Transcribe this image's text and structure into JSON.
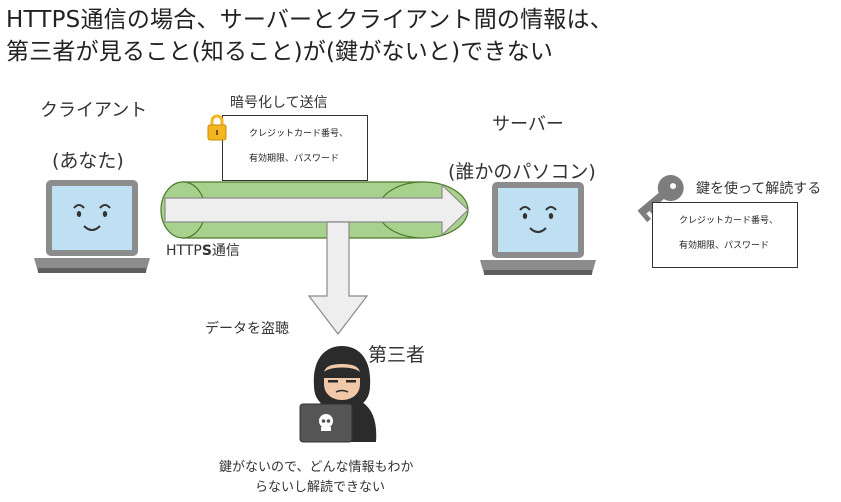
{
  "title": {
    "line1": "HTTPS通信の場合、サーバーとクライアント間の情報は、",
    "line2": "第三者が見ること(知ること)が(鍵がないと)できない"
  },
  "client": {
    "label": "クライアント",
    "sub": "(あなた)"
  },
  "server": {
    "label": "サーバー",
    "sub": "(誰かのパソコン)"
  },
  "encrypt": {
    "label": "暗号化して送信",
    "line1": "クレジットカード番号、",
    "line2": "有効期限、パスワード"
  },
  "https": {
    "prefix": "HTTP",
    "bold": "S",
    "suffix": "通信"
  },
  "decrypt": {
    "label": "鍵を使って解読する",
    "line1": "クレジットカード番号、",
    "line2": "有効期限、パスワード"
  },
  "intercept": {
    "label": "データを盗聴"
  },
  "third_party": {
    "label": "第三者"
  },
  "conclusion": {
    "line1": "鍵がないので、どんな情報もわか",
    "line2": "らないし解読できない"
  },
  "colors": {
    "tube": "#a9d18e",
    "tube_stroke": "#4a7a2a",
    "arrow_fill": "#eeeeee",
    "arrow_stroke": "#8a8a8a",
    "laptop_body": "#8c8c8c",
    "laptop_screen": "#bfe0f2",
    "lock": "#f3b61f",
    "key": "#7d7d7d",
    "hacker": "#2b2b2b"
  }
}
